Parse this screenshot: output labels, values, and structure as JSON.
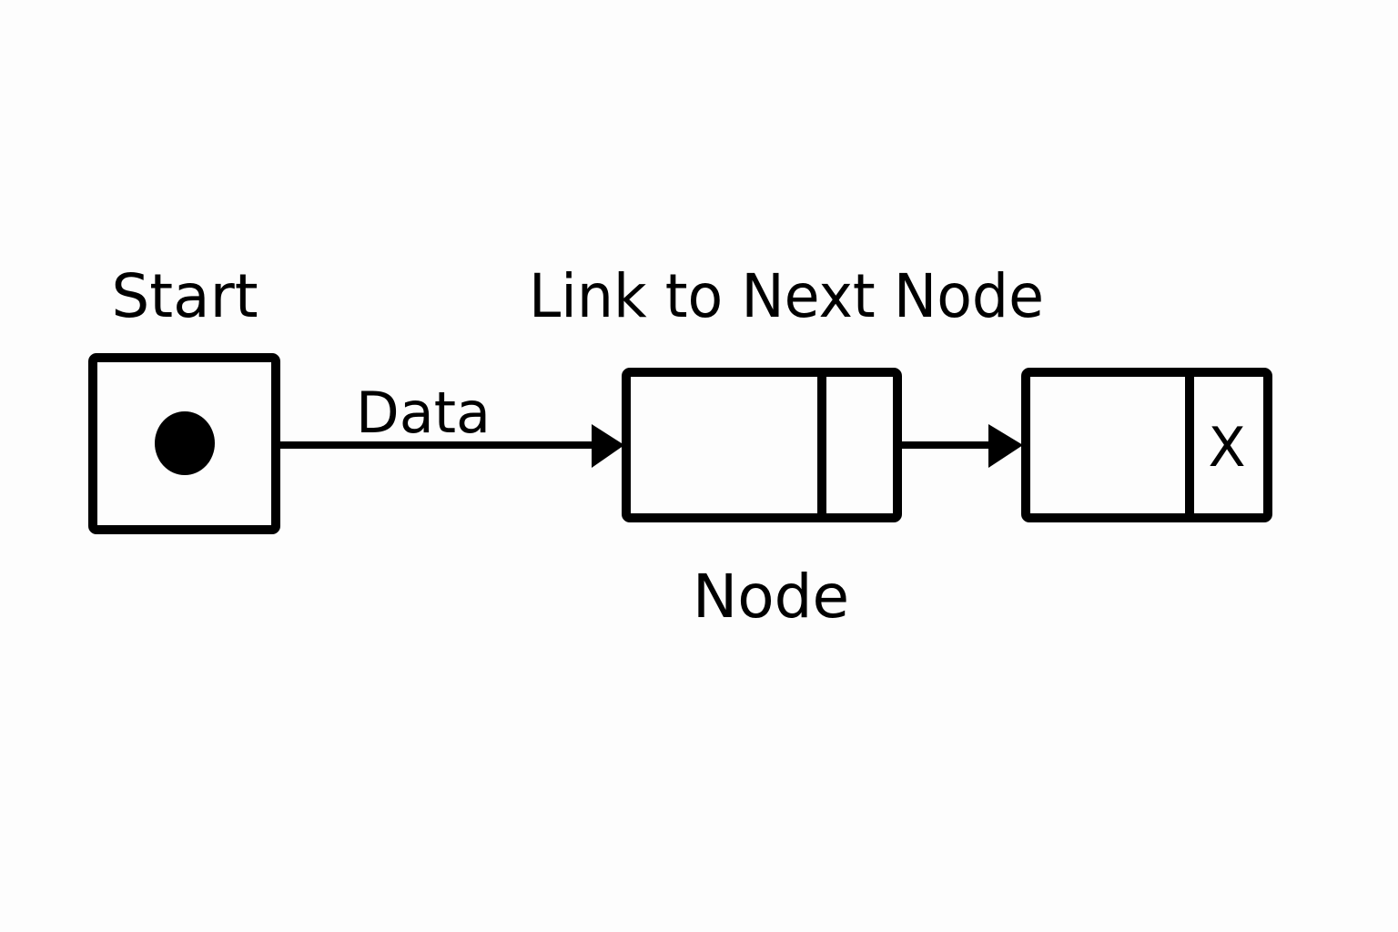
{
  "labels": {
    "start": "Start",
    "link": "Link to Next Node",
    "data": "Data",
    "node": "Node",
    "null_marker": "X"
  },
  "colors": {
    "background": "#fdfdfd",
    "ink": "#000000"
  }
}
